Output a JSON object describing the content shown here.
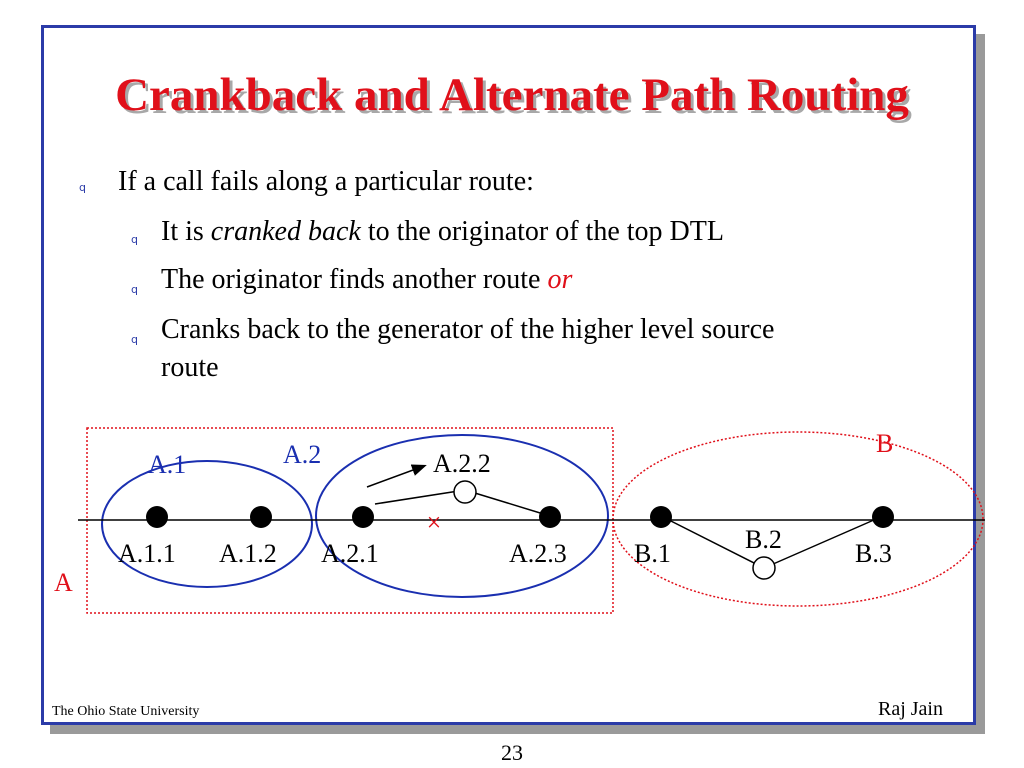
{
  "title": "Crankback and Alternate Path Routing",
  "bullets": {
    "main": "If a call fails along a particular route:",
    "sub1_pre": "It is ",
    "sub1_em": "cranked back",
    "sub1_post": " to the originator of the top DTL",
    "sub2_pre": "The originator finds another route ",
    "sub2_em": "or",
    "sub3_line1": "Cranks back to the generator of the higher level source",
    "sub3_line2": "route",
    "marker": "q"
  },
  "diagram": {
    "peer_group_a": "A",
    "peer_group_b": "B",
    "groups": {
      "a1": "A.1",
      "a2": "A.2"
    },
    "nodes": {
      "a11": "A.1.1",
      "a12": "A.1.2",
      "a21": "A.2.1",
      "a22": "A.2.2",
      "a23": "A.2.3",
      "b1": "B.1",
      "b2": "B.2",
      "b3": "B.3"
    },
    "failure_mark": "×",
    "colors": {
      "group_outline": "#1a2fb0",
      "peer_group_outline": "#e0101a",
      "label_blue": "#1a2fb0",
      "label_red": "#e0101a"
    }
  },
  "footer": {
    "left": "The Ohio State University",
    "right": "Raj Jain",
    "page": "23"
  }
}
